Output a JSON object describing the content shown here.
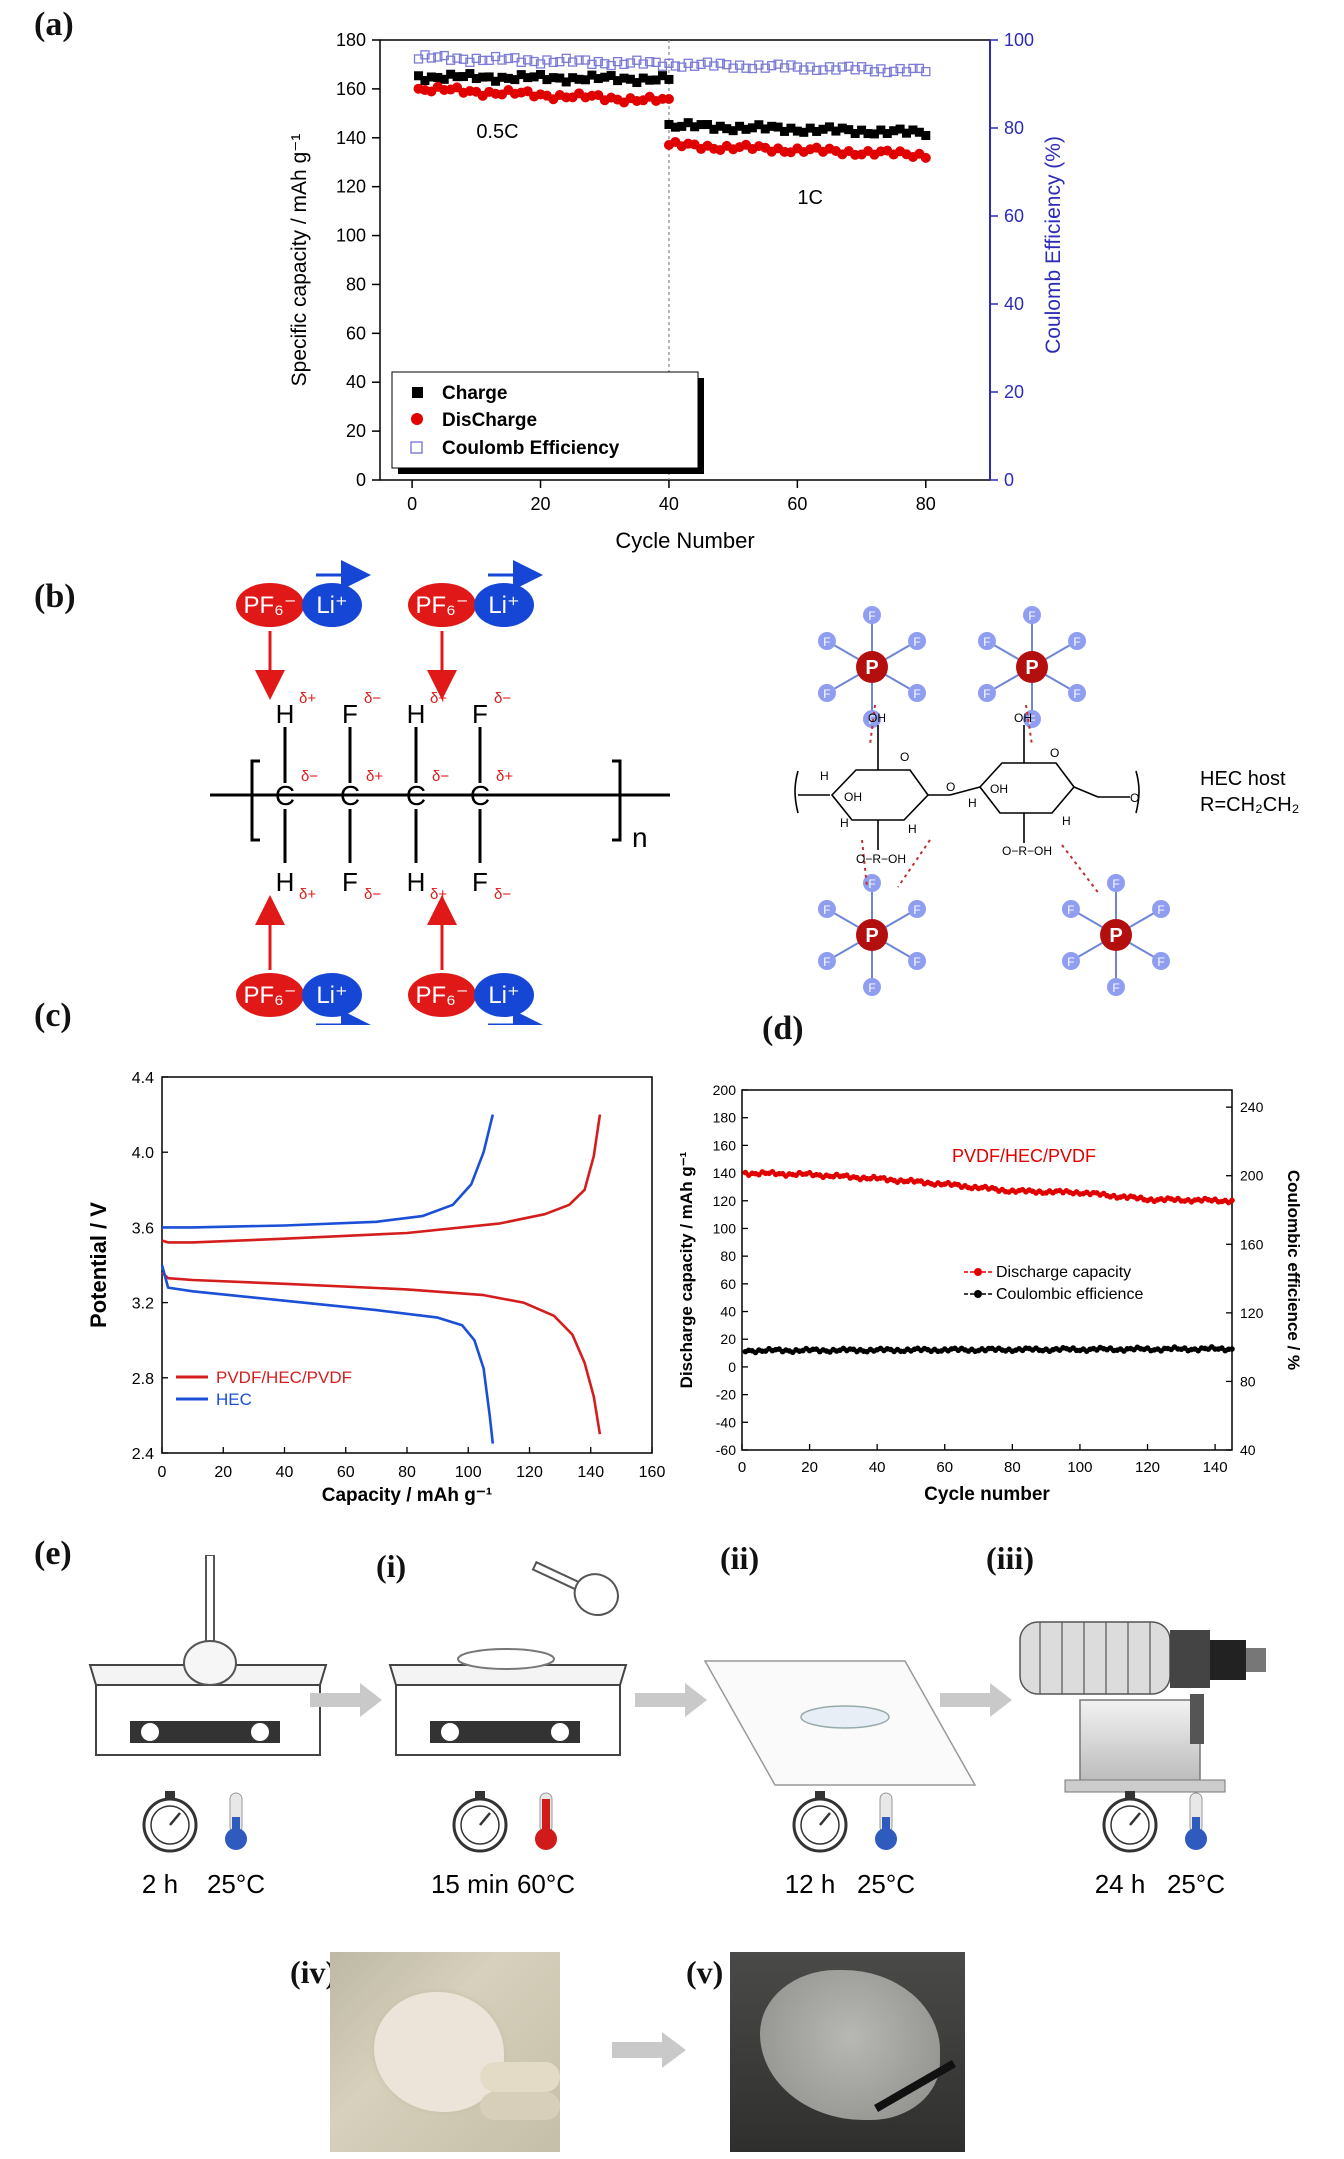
{
  "panels": {
    "a": "(a)",
    "b": "(b)",
    "c": "(c)",
    "d": "(d)",
    "e": "(e)"
  },
  "colors": {
    "charge": "#000000",
    "discharge": "#e00000",
    "coulomb": "#7b7bd6",
    "right_axis": "#2c2cb8",
    "pvdf": "#d41e1e",
    "hec": "#1a4fd6",
    "pf6": "#e01818",
    "li": "#1646d6",
    "p_atom": "#b40f0f",
    "f_atom": "#8f9ef0"
  },
  "chart_data": [
    {
      "type": "scatter",
      "panel": "(a)",
      "xlabel": "Cycle Number",
      "ylabel": "Specific capacity / mAh g⁻¹",
      "y2label": "Coulomb Efficiency (%)",
      "xlim": [
        -5,
        90
      ],
      "ylim": [
        0,
        180
      ],
      "y2lim": [
        0,
        100
      ],
      "xticks": [
        "0",
        "20",
        "40",
        "60",
        "80"
      ],
      "yticks": [
        "0",
        "20",
        "40",
        "60",
        "80",
        "100",
        "120",
        "140",
        "160",
        "180"
      ],
      "y2ticks": [
        "0",
        "20",
        "40",
        "60",
        "80",
        "100"
      ],
      "annotations": [
        "0.5C",
        "1C"
      ],
      "legend": [
        "Charge",
        "DisCharge",
        "Coulomb Efficiency"
      ],
      "legend_position": "bottom-left",
      "series": [
        {
          "name": "Charge",
          "segments": [
            {
              "x": [
                1,
                40
              ],
              "y": [
                165,
                164
              ]
            },
            {
              "x": [
                40,
                80
              ],
              "y": [
                145,
                142
              ]
            }
          ]
        },
        {
          "name": "DisCharge",
          "segments": [
            {
              "x": [
                1,
                40
              ],
              "y": [
                160,
                155
              ]
            },
            {
              "x": [
                40,
                80
              ],
              "y": [
                137,
                133
              ]
            }
          ]
        },
        {
          "name": "Coulomb Efficiency",
          "segments": [
            {
              "x": [
                1,
                80
              ],
              "y": [
                96,
                93
              ]
            }
          ]
        }
      ]
    },
    {
      "type": "line",
      "panel": "(c)",
      "xlabel": "Capacity / mAh g⁻¹",
      "ylabel": "Potential / V",
      "xlim": [
        0,
        160
      ],
      "ylim": [
        2.4,
        4.4
      ],
      "xticks": [
        "0",
        "20",
        "40",
        "60",
        "80",
        "100",
        "120",
        "140",
        "160"
      ],
      "yticks": [
        "2.4",
        "2.8",
        "3.2",
        "3.6",
        "4.0",
        "4.4"
      ],
      "legend": [
        "PVDF/HEC/PVDF",
        "HEC"
      ],
      "legend_position": "bottom-left",
      "series": [
        {
          "name": "PVDF/HEC/PVDF",
          "curves": [
            {
              "x": [
                0,
                2,
                10,
                40,
                80,
                110,
                125,
                133,
                138,
                141,
                143
              ],
              "y": [
                3.53,
                3.52,
                3.52,
                3.54,
                3.57,
                3.62,
                3.67,
                3.72,
                3.8,
                3.98,
                4.2
              ]
            },
            {
              "x": [
                0,
                2,
                10,
                40,
                80,
                105,
                118,
                128,
                134,
                138,
                141,
                143
              ],
              "y": [
                3.36,
                3.33,
                3.32,
                3.3,
                3.27,
                3.24,
                3.2,
                3.13,
                3.03,
                2.88,
                2.7,
                2.5
              ]
            }
          ]
        },
        {
          "name": "HEC",
          "curves": [
            {
              "x": [
                0,
                2,
                10,
                40,
                70,
                85,
                95,
                101,
                105,
                108
              ],
              "y": [
                3.6,
                3.6,
                3.6,
                3.61,
                3.63,
                3.66,
                3.72,
                3.83,
                4.0,
                4.2
              ]
            },
            {
              "x": [
                0,
                2,
                10,
                40,
                70,
                90,
                98,
                102,
                105,
                107,
                108
              ],
              "y": [
                3.4,
                3.28,
                3.26,
                3.21,
                3.16,
                3.12,
                3.08,
                3.0,
                2.85,
                2.6,
                2.45
              ]
            }
          ]
        }
      ]
    },
    {
      "type": "scatter",
      "panel": "(d)",
      "xlabel": "Cycle number",
      "ylabel": "Discharge capacity / mAh g⁻¹",
      "y2label": "Coulombic efficience / %",
      "xlim": [
        0,
        145
      ],
      "ylim": [
        -60,
        200
      ],
      "y2lim": [
        40,
        250
      ],
      "xticks": [
        "0",
        "20",
        "40",
        "60",
        "80",
        "100",
        "120",
        "140"
      ],
      "yticks": [
        "-60",
        "-40",
        "-20",
        "0",
        "20",
        "40",
        "60",
        "80",
        "100",
        "120",
        "140",
        "160",
        "180",
        "200"
      ],
      "y2ticks": [
        "40",
        "80",
        "120",
        "160",
        "200",
        "240"
      ],
      "annotations": [
        "PVDF/HEC/PVDF"
      ],
      "legend": [
        "Discharge capacity",
        "Coulombic efficience"
      ],
      "legend_position": "center",
      "series": [
        {
          "name": "Discharge capacity",
          "x": [
            1,
            20,
            40,
            60,
            80,
            100,
            120,
            145
          ],
          "y": [
            140,
            139,
            136,
            132,
            127,
            126,
            121,
            120
          ]
        },
        {
          "name": "Coulombic efficience",
          "axis": "right",
          "x": [
            1,
            145
          ],
          "y": [
            98,
            99
          ]
        }
      ]
    }
  ],
  "scheme_b": {
    "pf6": "PF₆⁻",
    "li": "Li⁺",
    "atoms_top": [
      "H",
      "F",
      "H",
      "F"
    ],
    "atoms_mid": [
      "C",
      "C",
      "C",
      "C"
    ],
    "atoms_bottom": [
      "H",
      "F",
      "H",
      "F"
    ],
    "delta_plus": "δ+",
    "delta_minus": "δ−",
    "repeat": "n",
    "p": "P",
    "f": "F",
    "hec_host": "HEC host",
    "hec_r": "R=CH₂CH₂",
    "ring": {
      "oh": "OH",
      "h": "H",
      "o": "O",
      "oroh": "O−R−OH"
    }
  },
  "process_e": {
    "steps": [
      "(i)",
      "(ii)",
      "(iii)",
      "(iv)",
      "(v)"
    ],
    "conditions": [
      {
        "time": "2 h",
        "temp": "25°C"
      },
      {
        "time": "15 min",
        "temp": "60°C"
      },
      {
        "time": "12 h",
        "temp": "25°C"
      },
      {
        "time": "24 h",
        "temp": "25°C"
      }
    ]
  }
}
